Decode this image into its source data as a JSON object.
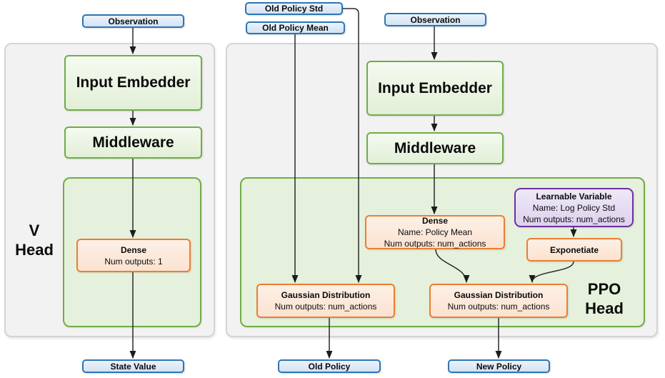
{
  "diagram": {
    "description_colors": {
      "io_border": "#2e75b6",
      "io_fill": "#dce9f7",
      "block_border": "#70ad47",
      "block_fill": "#e9f3e0",
      "group_fill": "#e5f1dc",
      "op_border": "#ed7d31",
      "op_fill": "#fbe5d6",
      "variable_border": "#7030a0",
      "variable_fill": "#e3daf0",
      "panel_fill": "#f2f2f2",
      "panel_border": "#d4d4d4",
      "arrow": "#262626"
    },
    "v_head": {
      "label": [
        "V",
        "Head"
      ],
      "nodes": {
        "observation": "Observation",
        "input_embedder": "Input Embedder",
        "middleware": "Middleware",
        "dense": {
          "title": "Dense",
          "lines": [
            "Num outputs: 1"
          ]
        },
        "state_value": "State Value"
      }
    },
    "ppo_head": {
      "label": [
        "PPO",
        "Head"
      ],
      "inputs": {
        "old_policy_std": "Old Policy Std",
        "old_policy_mean": "Old Policy Mean",
        "observation": "Observation"
      },
      "nodes": {
        "input_embedder": "Input Embedder",
        "middleware": "Middleware",
        "dense": {
          "title": "Dense",
          "lines": [
            "Name: Policy Mean",
            "Num outputs: num_actions"
          ]
        },
        "learnable_variable": {
          "title": "Learnable Variable",
          "lines": [
            "Name: Log Policy Std",
            "Num outputs: num_actions"
          ]
        },
        "exponetiate": {
          "title": "Exponetiate"
        },
        "gaussian_old": {
          "title": "Gaussian Distribution",
          "lines": [
            "Num outputs: num_actions"
          ]
        },
        "gaussian_new": {
          "title": "Gaussian Distribution",
          "lines": [
            "Num outputs: num_actions"
          ]
        }
      },
      "outputs": {
        "old_policy": "Old Policy",
        "new_policy": "New Policy"
      }
    }
  }
}
